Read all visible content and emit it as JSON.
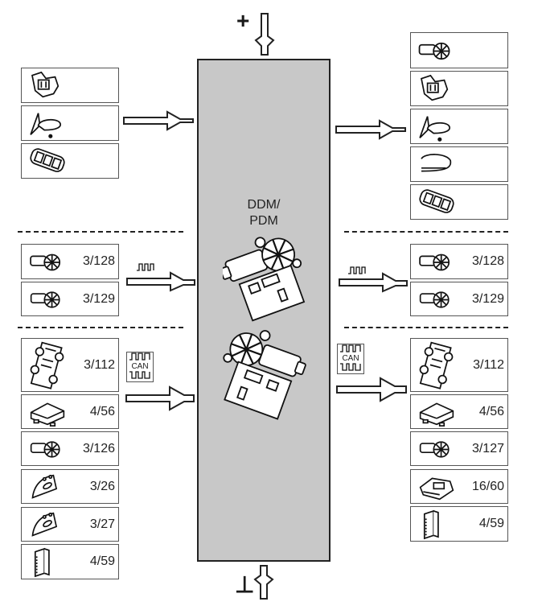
{
  "diagram": {
    "module": {
      "title_line1": "DDM/",
      "title_line2": "PDM",
      "fill": "#c8c8c8"
    },
    "power": {
      "plus_symbol": "+",
      "ground_symbol": "⊥"
    },
    "signals": {
      "pwm_label": "pulse-signal",
      "can_label": "CAN"
    },
    "inputs": {
      "group_a": [
        {
          "icon": "window-regulator-icon",
          "label": ""
        },
        {
          "icon": "door-mirror-icon",
          "label": ""
        },
        {
          "icon": "switch-panel-icon",
          "label": ""
        }
      ],
      "group_b": [
        {
          "icon": "window-motor-icon",
          "label": "3/128"
        },
        {
          "icon": "window-motor-icon",
          "label": "3/129"
        }
      ],
      "group_c": [
        {
          "icon": "control-module-icon",
          "label": "3/112"
        },
        {
          "icon": "seat-module-icon",
          "label": "4/56"
        },
        {
          "icon": "window-motor-icon",
          "label": "3/126"
        },
        {
          "icon": "door-light-icon",
          "label": "3/26"
        },
        {
          "icon": "door-light-icon",
          "label": "3/27"
        },
        {
          "icon": "connector-module-icon",
          "label": "4/59"
        }
      ]
    },
    "outputs": {
      "group_a": [
        {
          "icon": "window-motor-icon",
          "label": ""
        },
        {
          "icon": "window-regulator-icon",
          "label": ""
        },
        {
          "icon": "door-mirror-icon",
          "label": ""
        },
        {
          "icon": "mirror-cover-icon",
          "label": ""
        },
        {
          "icon": "switch-panel-icon",
          "label": ""
        }
      ],
      "group_b": [
        {
          "icon": "window-motor-icon",
          "label": "3/128"
        },
        {
          "icon": "window-motor-icon",
          "label": "3/129"
        }
      ],
      "group_c": [
        {
          "icon": "control-module-icon",
          "label": "3/112"
        },
        {
          "icon": "seat-module-icon",
          "label": "4/56"
        },
        {
          "icon": "window-motor-icon",
          "label": "3/127"
        },
        {
          "icon": "audio-unit-icon",
          "label": "16/60"
        },
        {
          "icon": "connector-module-icon",
          "label": "4/59"
        }
      ]
    }
  }
}
